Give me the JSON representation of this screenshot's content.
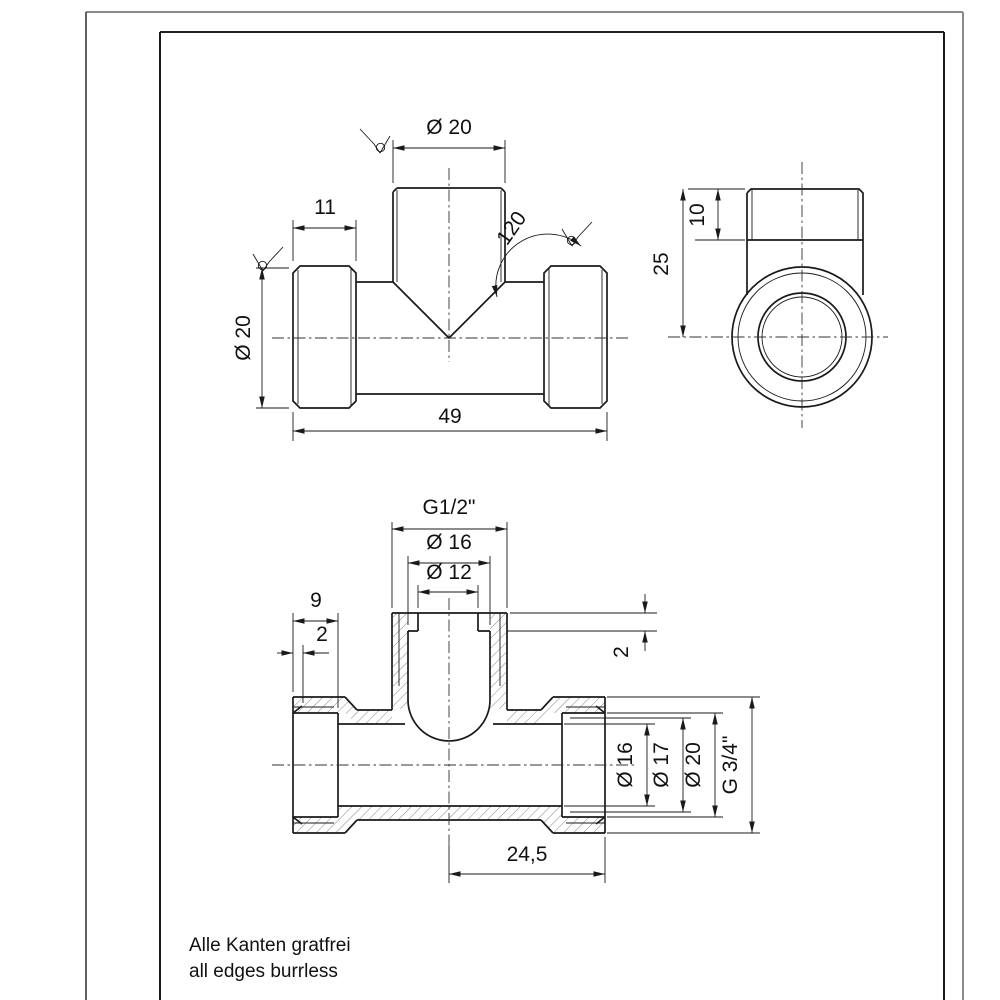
{
  "drawing": {
    "colors": {
      "line": "#1a1a1a",
      "background": "#ffffff",
      "page_edge_gray": "#8a8a8a"
    },
    "front": {
      "branch_od": "Ø 20",
      "cap_len": "11",
      "angle": "120",
      "run_od": "Ø 20",
      "overall": "49"
    },
    "side": {
      "thread_len": "10",
      "center_h": "25"
    },
    "section": {
      "branch_thread": "G1/2\"",
      "branch_cbore": "Ø 16",
      "branch_bore": "Ø 12",
      "socket_depth": "9",
      "face_chamfer": "2",
      "branch_step": "2",
      "run_bore": "Ø 16",
      "run_relief": "Ø 17",
      "run_minor": "Ø 20",
      "run_thread": "G 3/4\"",
      "center_to_face": "24,5"
    },
    "notes": {
      "de": "Alle Kanten gratfrei",
      "en": "all edges burrless"
    }
  }
}
